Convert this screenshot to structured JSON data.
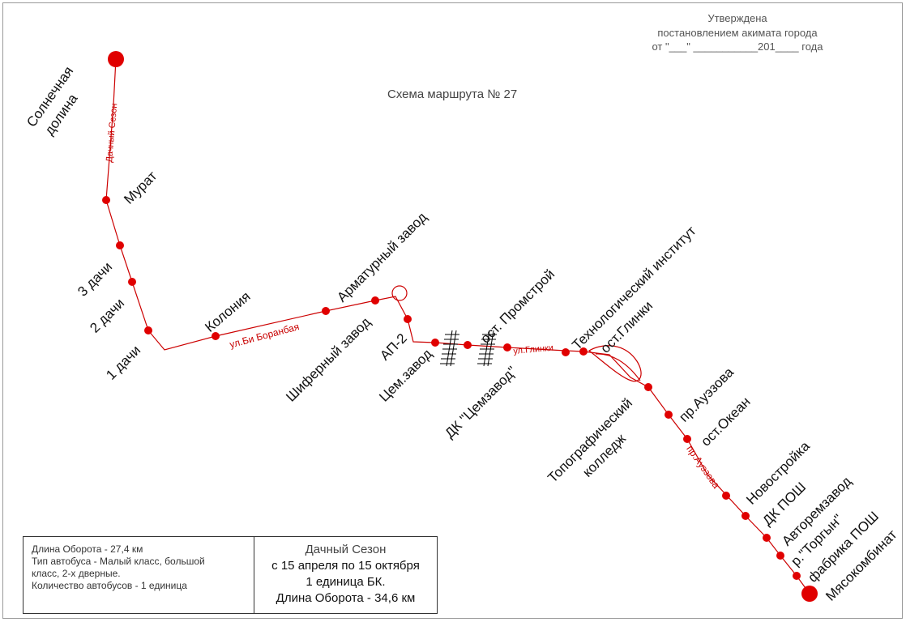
{
  "approval": {
    "line1": "Утверждена",
    "line2": "постановлением акимата города",
    "line3": "от  \"___\" ___________201____ года"
  },
  "map_title": "Схема маршрута № 27",
  "stops": {
    "solnechnaya_1": "Солнечная",
    "solnechnaya_2": "долина",
    "dachny_sezon_tag": "Дачный Сезон",
    "murat": "Мурат",
    "dachi_3": "3 дачи",
    "dachi_2": "2 дачи",
    "dachi_1": "1 дачи",
    "koloniya": "Колония",
    "street_bi_boranbaya": "ул.Би Боранбая",
    "armaturny": "Арматурный завод",
    "shiferny": "Шиферный завод",
    "ap2": "АП-2",
    "tsem_zavod": "Цем.завод",
    "promstroy": "ост. Промстрой",
    "dk_tsemzavod": "ДК \"Цемзавод\"",
    "street_glinki": "ул.Глинки",
    "tech_institute": "Технологический институт",
    "ost_glinki": "ост.Глинки",
    "topo_college_1": "Топографический",
    "topo_college_2": "колледж",
    "pr_auezova": "пр.Ауэзова",
    "ost_okean": "ост.Океан",
    "street_pr_auezova": "пр.Ауэзова",
    "novostroyka": "Новостройка",
    "dk_posh": "ДК ПОШ",
    "avtoremzavod": "Авторемзавод",
    "torgyn": "р.\"Торгын\"",
    "fabrika_posh": "фабрика ПОШ",
    "myasokombinat": "Мясокомбинат"
  },
  "info": {
    "length": "Длина Оборота - 27,4 км",
    "bus_type_1": "Тип автобуса - Малый класс, большой",
    "bus_type_2": "класс, 2-х дверные.",
    "count": "Количество автобусов - 1 единица",
    "season_title": "Дачный Сезон",
    "season_dates": "с 15 апреля по 15 октября",
    "season_units": "1 единица БК.",
    "season_length": "Длина Оборота - 34,6 км"
  },
  "colors": {
    "route": "#cc0000",
    "stop": "#e00000"
  }
}
